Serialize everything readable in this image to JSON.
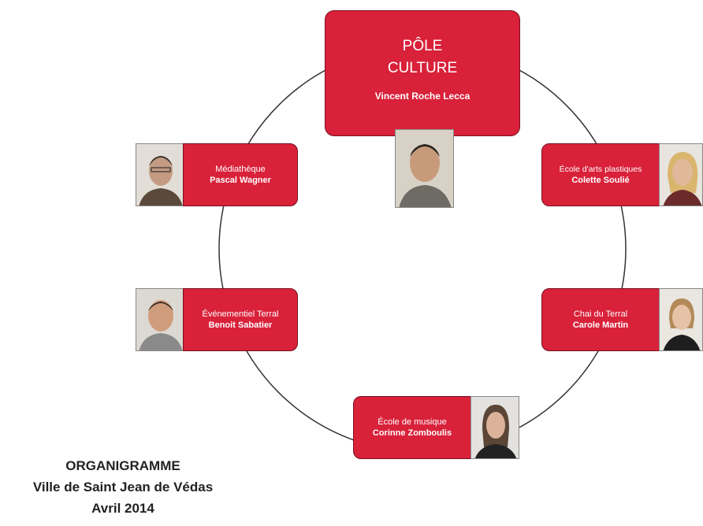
{
  "top": {
    "line1": "PÔLE",
    "line2": "CULTURE",
    "person": "Vincent Roche Lecca"
  },
  "units": [
    {
      "name": "Médiathèque",
      "person": "Pascal Wagner"
    },
    {
      "name": "École d'arts plastiques",
      "person": "Colette Soulié"
    },
    {
      "name": "Événementiel Terral",
      "person": "Benoit Sabatier"
    },
    {
      "name": "Chai du Terral",
      "person": "Carole Martin"
    },
    {
      "name": "École de musique",
      "person": "Corinne Zomboulis"
    }
  ],
  "caption": {
    "line1": "ORGANIGRAMME",
    "line2": "Ville de Saint Jean de Védas",
    "line3": "Avril 2014"
  },
  "colors": {
    "box": "#d9213a",
    "ring": "#333333"
  }
}
